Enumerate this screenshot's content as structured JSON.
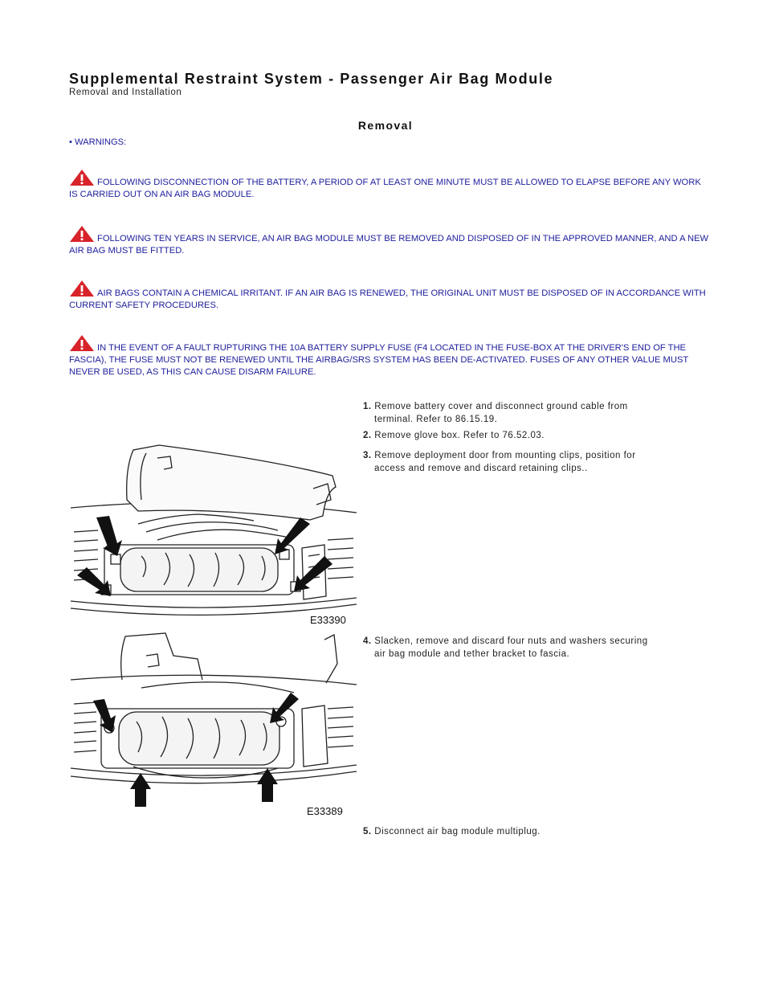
{
  "header": {
    "title": "Supplemental Restraint System - Passenger Air Bag Module",
    "subtitle": "Removal and Installation"
  },
  "section": {
    "heading": "Removal"
  },
  "warnings": {
    "label": "• WARNINGS:",
    "icon": "warning-triangle-icon",
    "icon_color": "#d8232a",
    "items": [
      "FOLLOWING DISCONNECTION OF THE BATTERY, A PERIOD OF AT LEAST ONE MINUTE MUST BE ALLOWED TO ELAPSE BEFORE ANY WORK IS CARRIED OUT ON AN AIR BAG MODULE.",
      "FOLLOWING TEN YEARS IN SERVICE, AN AIR BAG MODULE MUST BE REMOVED AND DISPOSED OF IN THE APPROVED MANNER, AND A NEW AIR BAG MUST BE FITTED.",
      "AIR BAGS CONTAIN A CHEMICAL IRRITANT. IF AN AIR BAG IS RENEWED, THE ORIGINAL UNIT MUST BE DISPOSED OF IN ACCORDANCE WITH CURRENT SAFETY PROCEDURES.",
      "IN THE EVENT OF A FAULT RUPTURING THE 10A BATTERY SUPPLY FUSE (F4 LOCATED IN THE FUSE-BOX AT THE DRIVER'S END OF THE FASCIA), THE FUSE MUST NOT BE RENEWED UNTIL THE AIRBAG/SRS SYSTEM HAS BEEN DE-ACTIVATED. FUSES OF ANY OTHER VALUE MUST NEVER BE USED, AS THIS CAN CAUSE DISARM FAILURE."
    ]
  },
  "steps": [
    {
      "num": "1.",
      "line1": "Remove battery cover and disconnect ground cable from",
      "line2": "terminal. Refer to 86.15.19."
    },
    {
      "num": "2.",
      "line1": "Remove glove box. Refer to 76.52.03.",
      "line2": ""
    },
    {
      "num": "3.",
      "line1": "Remove deployment door from mounting clips, position for",
      "line2": "access and remove and discard retaining clips.."
    },
    {
      "num": "4.",
      "line1": "Slacken, remove and discard four nuts and washers securing",
      "line2": "air bag module and tether bracket to fascia."
    },
    {
      "num": "5.",
      "line1": "Disconnect air bag module multiplug.",
      "line2": ""
    }
  ],
  "figures": [
    {
      "label": "E33390"
    },
    {
      "label": "E33389"
    }
  ]
}
